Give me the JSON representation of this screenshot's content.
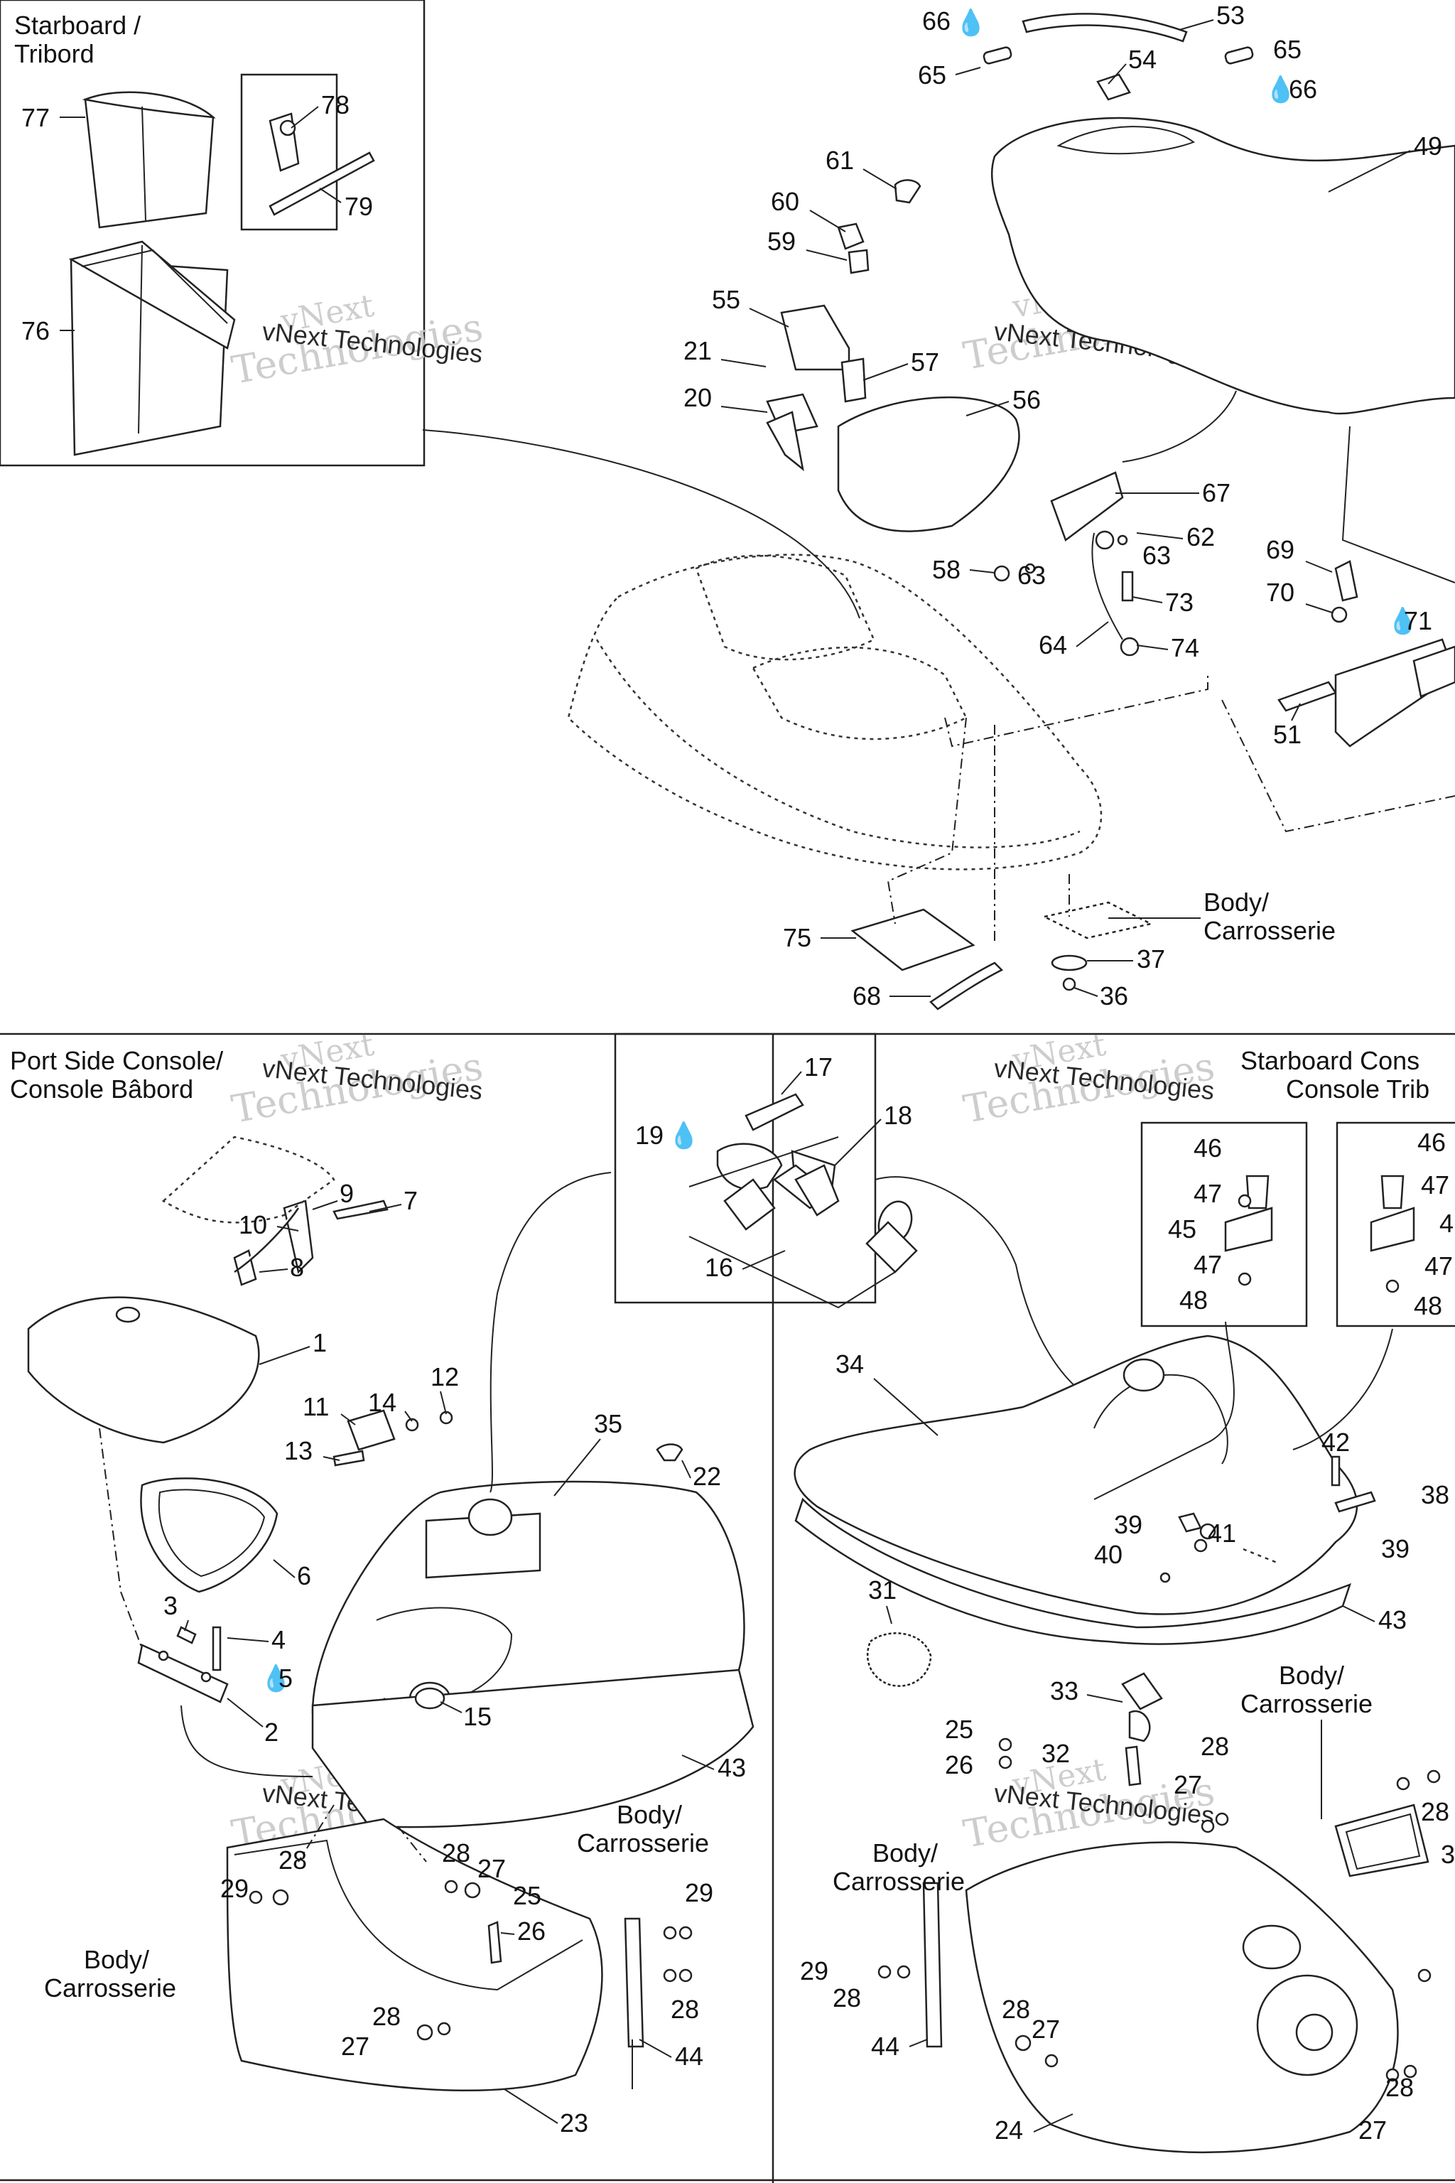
{
  "sections": {
    "starboard_tl_1": "Starboard /",
    "starboard_tl_2": "Tribord",
    "port_console_1": "Port Side Console/",
    "port_console_2": "Console Bâbord",
    "starboard_console_1": "Starboard Cons",
    "starboard_console_2": "Console Trib"
  },
  "body_labels": {
    "line1": "Body/",
    "line2": "Carrosserie"
  },
  "watermark": {
    "brand_line1": "vNext",
    "brand_line2": "Technologies",
    "small": "vNext Technologies"
  },
  "glyphs": {
    "drop": "💧"
  },
  "callouts": {
    "n1": "1",
    "n2": "2",
    "n3": "3",
    "n4": "4",
    "n5": "5",
    "n6": "6",
    "n7": "7",
    "n8": "8",
    "n9": "9",
    "n10": "10",
    "n11": "11",
    "n12": "12",
    "n13": "13",
    "n14": "14",
    "n15": "15",
    "n16": "16",
    "n17": "17",
    "n18": "18",
    "n19": "19",
    "n20": "20",
    "n21": "21",
    "n22": "22",
    "n23": "23",
    "n24": "24",
    "n25": "25",
    "n26": "26",
    "n27": "27",
    "n28": "28",
    "n29": "29",
    "n31": "31",
    "n32": "32",
    "n33": "33",
    "n34": "34",
    "n35": "35",
    "n36": "36",
    "n37": "37",
    "n38": "38",
    "n39": "39",
    "n40": "40",
    "n41": "41",
    "n42": "42",
    "n43": "43",
    "n44": "44",
    "n45": "45",
    "n46": "46",
    "n47": "47",
    "n48": "48",
    "n49": "49",
    "n51": "51",
    "n53": "53",
    "n54": "54",
    "n55": "55",
    "n56": "56",
    "n57": "57",
    "n58": "58",
    "n59": "59",
    "n60": "60",
    "n61": "61",
    "n62": "62",
    "n63": "63",
    "n64": "64",
    "n65": "65",
    "n66": "66",
    "n67": "67",
    "n68": "68",
    "n69": "69",
    "n70": "70",
    "n71": "71",
    "n73": "73",
    "n74": "74",
    "n75": "75",
    "n76": "76",
    "n77": "77",
    "n78": "78",
    "n79": "79",
    "n4_edge": "4"
  }
}
